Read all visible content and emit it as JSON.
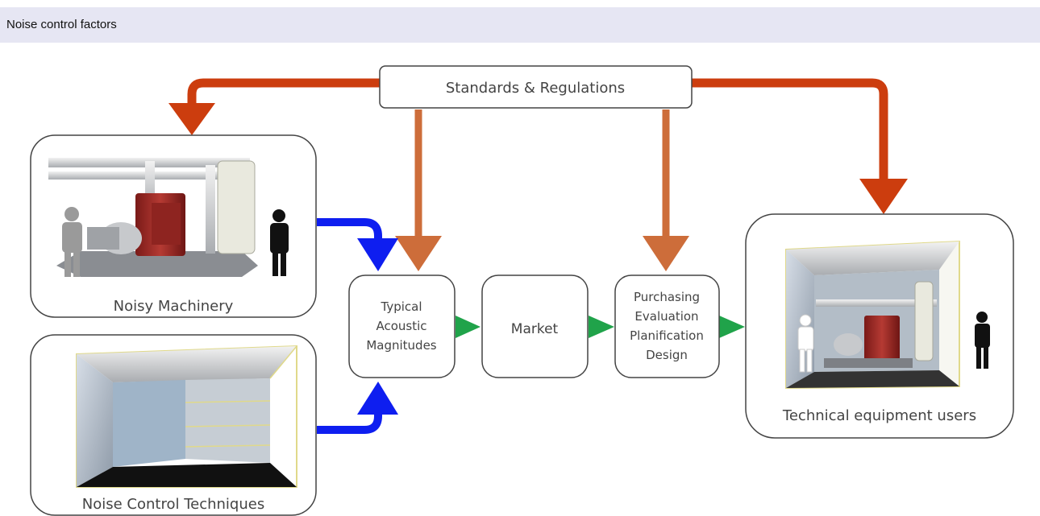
{
  "header": {
    "title": "Noise control factors"
  },
  "nodes": {
    "standards": "Standards & Regulations",
    "machinery": "Noisy Machinery",
    "techniques": "Noise Control Techniques",
    "magnitudes": [
      "Typical",
      "Acoustic",
      "Magnitudes"
    ],
    "market": "Market",
    "purchasing": [
      "Purchasing",
      "Evaluation",
      "Planification",
      "Design"
    ],
    "users": "Technical equipment users"
  },
  "icons": {
    "machinery": "industrial-machine-with-people-icon",
    "techniques": "acoustic-enclosure-room-icon",
    "users": "enclosed-machine-with-people-icon"
  },
  "colors": {
    "regulation_arrow": "#cc3d0e",
    "influence_arrow": "#cd6d3a",
    "input_arrow": "#0e1ef0",
    "flow_arrow": "#20a34a",
    "header_bg": "#e6e6f3"
  }
}
